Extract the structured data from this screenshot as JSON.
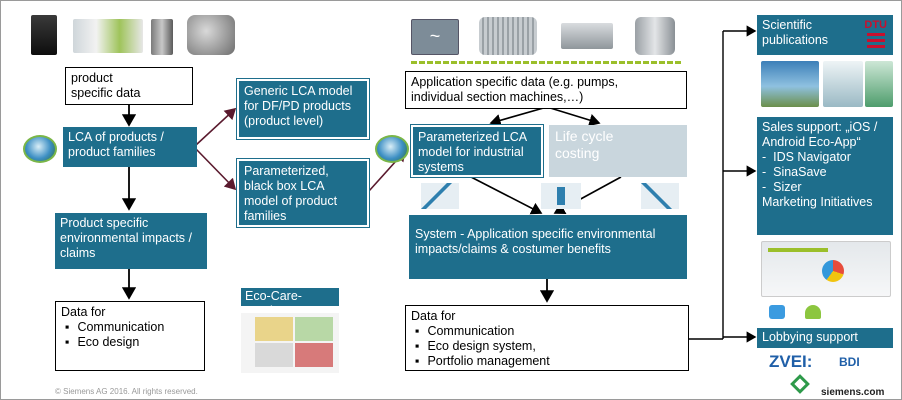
{
  "left": {
    "product_data_lines": [
      "product",
      "specific data"
    ],
    "lca_products_lines": [
      "LCA of products /",
      "product families"
    ],
    "env_impacts_lines": [
      "Product specific",
      "environmental impacts /",
      "claims"
    ],
    "data_for_title": "Data for",
    "data_for_items": [
      "Communication",
      "Eco design"
    ]
  },
  "middle": {
    "generic_lca_lines": [
      "Generic LCA model",
      "for DF/PD products",
      "(product level)"
    ],
    "black_box_lines": [
      "Parameterized,",
      "black box LCA",
      "model of product",
      "families"
    ],
    "eco_care_label": "Eco-Care-Matrix"
  },
  "center": {
    "application_data_lines": [
      "Application specific data (e.g. pumps,",
      "individual section  machines,…)"
    ],
    "param_lca_lines": [
      "Parameterized LCA",
      "model for industrial",
      "systems"
    ],
    "life_cycle_lines": [
      "Life cycle",
      "costing"
    ],
    "system_lines": [
      "System - Application specific environmental",
      "impacts/claims & costumer benefits"
    ],
    "data_for_title": "Data for",
    "data_for_items": [
      "Communication",
      "Eco design system,",
      "Portfolio management"
    ]
  },
  "right": {
    "sci_pub_lines": [
      "Scientific",
      "publications"
    ],
    "dtu_logo": "DTU",
    "sales_lines": [
      "Sales support: „iOS /",
      "Android Eco-App“"
    ],
    "sales_items": [
      "IDS Navigator",
      "SinaSave",
      "Sizer"
    ],
    "marketing": "Marketing Initiatives",
    "lobbying": "Lobbying support",
    "zvei_logo": "ZVEI:",
    "bdi_logo": "BDI",
    "siemens_com": "siemens.com"
  },
  "footer": "© Siemens AG 2016. All rights reserved.",
  "colors": {
    "teal": "#1e6e8c",
    "arrow_dark": "#5a1a2e",
    "arrow_black": "#000000",
    "grey": "#c9d6dd"
  }
}
